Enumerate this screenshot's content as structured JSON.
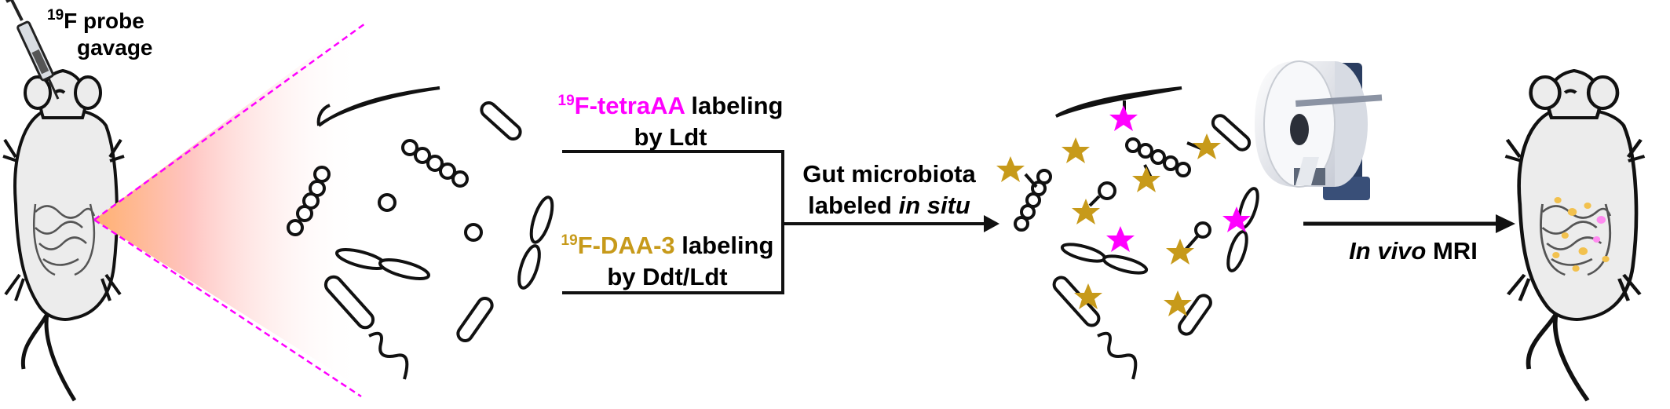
{
  "probe": {
    "sup": "19",
    "line1": "F probe",
    "line2": "gavage"
  },
  "label_tetra": {
    "sup": "19",
    "name": "F-tetraAA",
    "rest": " labeling",
    "line2": "by Ldt"
  },
  "label_daa": {
    "sup": "19",
    "name": "F-DAA-3",
    "rest": " labeling",
    "line2": "by Ddt/Ldt"
  },
  "result": {
    "line1": "Gut microbiota",
    "line2a": "labeled ",
    "line2b": "in situ"
  },
  "mri": {
    "italic": "In vivo",
    "rest": " MRI"
  },
  "colors": {
    "tetra": "#ff00ff",
    "daa": "#c79a1a",
    "cone_start": "#ffb070",
    "cone_end": "#ffffff",
    "cone_border": "#ff00ff",
    "mouse_fill": "#ececec"
  },
  "icons": [
    "syringe-icon",
    "mouse-icon",
    "bacteria-icon",
    "star-icon",
    "mri-scanner-icon",
    "arrow-icon"
  ]
}
